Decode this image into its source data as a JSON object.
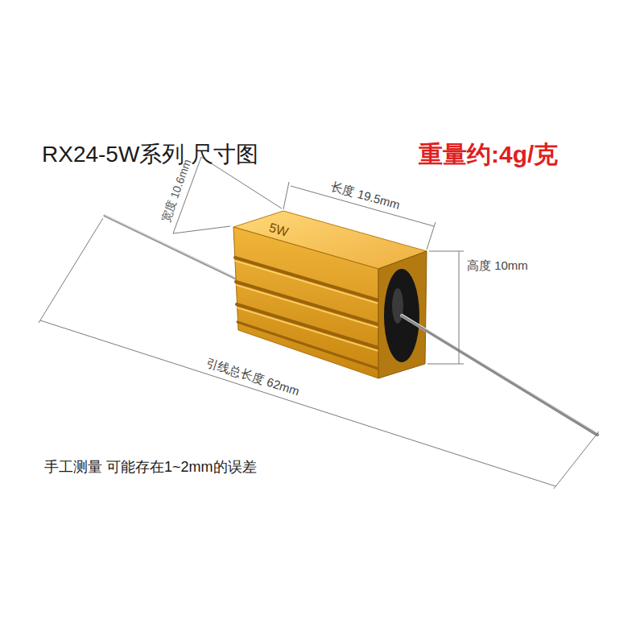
{
  "diagram": {
    "title": "RX24-5W系列 尺寸图",
    "labels": [
      "重量约:4g/克",
      "宽度 10.6mm",
      "长度 19.5mm",
      "高度 10mm",
      "5W",
      "引线总长度 62mm",
      "手工测量 可能存在1~2mm的误差"
    ]
  }
}
